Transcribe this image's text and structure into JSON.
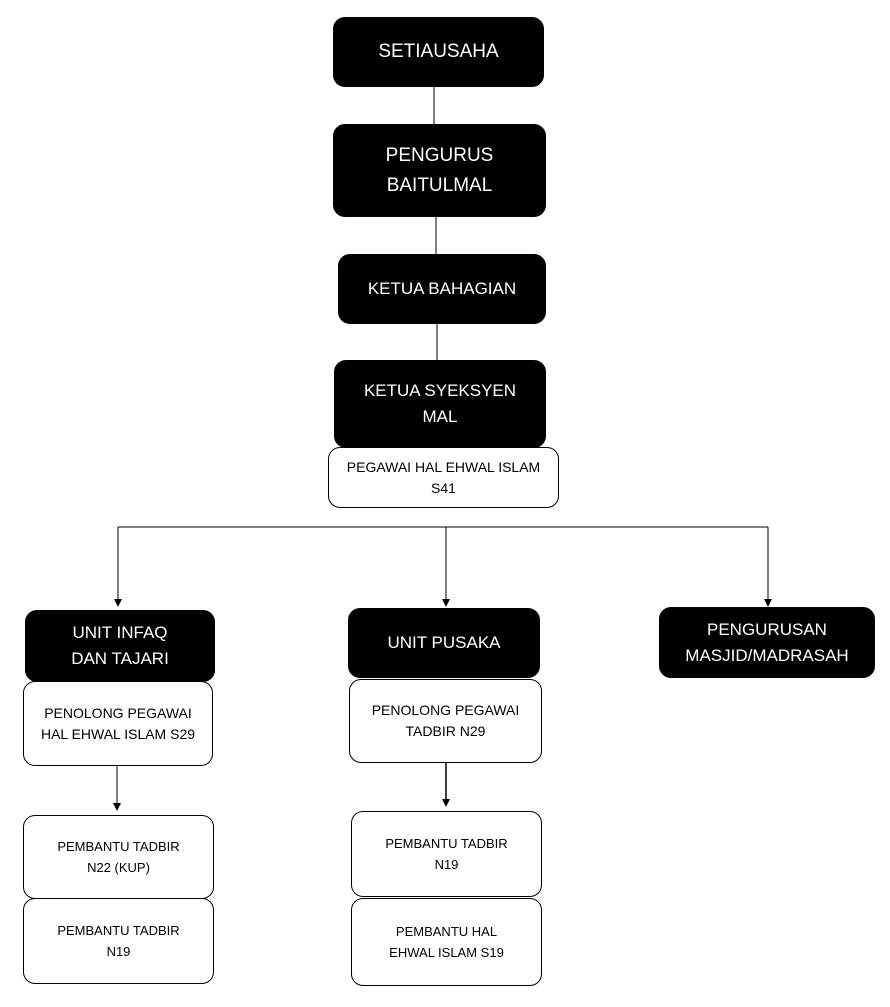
{
  "diagram": {
    "nodes": {
      "setiausaha": "SETIAUSAHA",
      "pengurus_baitulmal": "PENGURUS\nBAITULMAL",
      "ketua_bahagian": "KETUA BAHAGIAN",
      "ketua_syeksyen_mal": "KETUA SYEKSYEN\nMAL",
      "pegawai_hal_ehwal_islam_s41": "PEGAWAI HAL EHWAL ISLAM\nS41",
      "unit_infaq_dan_tajari": "UNIT INFAQ\nDAN TAJARI",
      "unit_pusaka": "UNIT PUSAKA",
      "pengurusan_masjid_madrasah": "PENGURUSAN\nMASJID/MADRASAH",
      "penolong_pegawai_hal_ehwal_islam_s29": "PENOLONG PEGAWAI\nHAL EHWAL ISLAM S29",
      "penolong_pegawai_tadbir_n29": "PENOLONG PEGAWAI\nTADBIR N29",
      "pembantu_tadbir_n22_kup": "PEMBANTU TADBIR\nN22 (KUP)",
      "pembantu_tadbir_n19_infaq": "PEMBANTU TADBIR\nN19",
      "pembantu_tadbir_n19_pusaka": "PEMBANTU TADBIR\nN19",
      "pembantu_hal_ehwal_islam_s19": "PEMBANTU HAL\nEHWAL ISLAM S19"
    },
    "colors": {
      "dark_fill": "#000000",
      "dark_text": "#ffffff",
      "light_fill": "#ffffff",
      "line": "#000000"
    }
  }
}
